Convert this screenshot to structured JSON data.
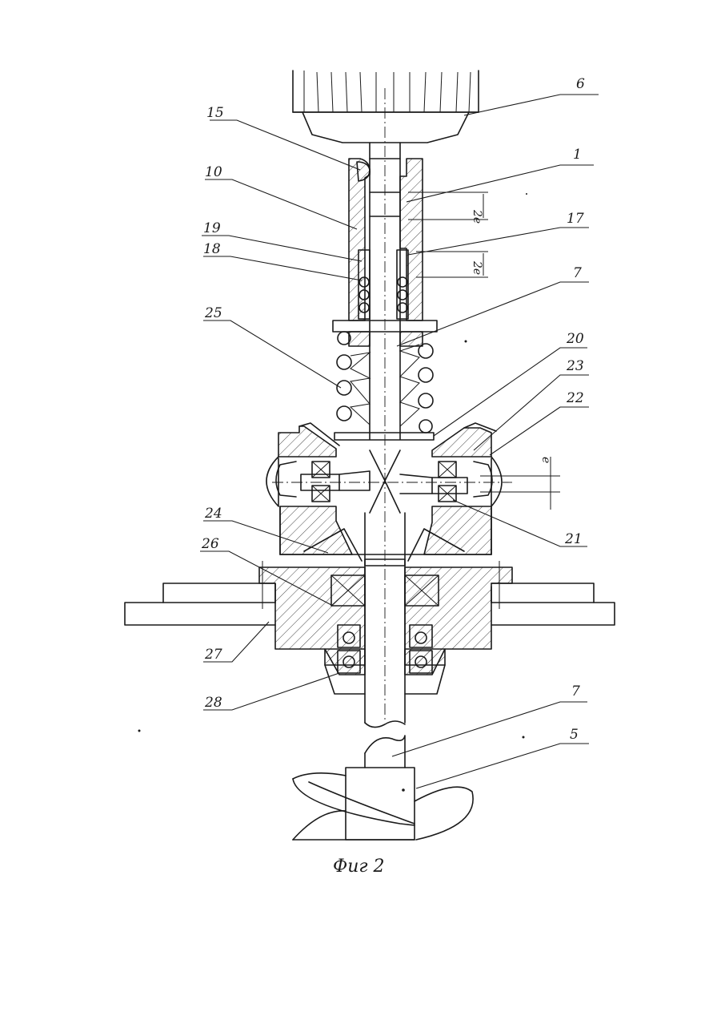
{
  "caption": "Фиг 2",
  "labels": {
    "l6": "6",
    "l15": "15",
    "l1": "1",
    "l10": "10",
    "l17": "17",
    "l19": "19",
    "l18": "18",
    "l7a": "7",
    "l25": "25",
    "l20": "20",
    "l23": "23",
    "l22": "22",
    "l24": "24",
    "l21": "21",
    "l26": "26",
    "l27": "27",
    "l28": "28",
    "l7b": "7",
    "l5": "5"
  },
  "dimensions": {
    "d1": "2e",
    "d2": "2e",
    "d3": "e"
  }
}
